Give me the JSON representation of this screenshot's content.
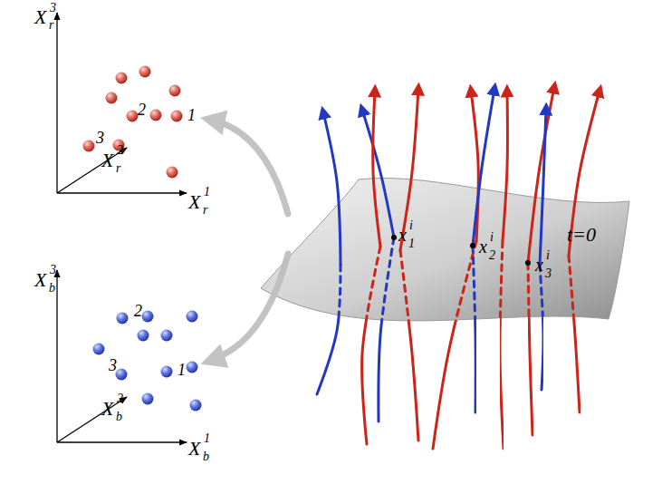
{
  "diagram": {
    "labels": [
      "X",
      "r",
      "3",
      "X",
      "r",
      "2",
      "X",
      "r",
      "1",
      "2",
      "1",
      "3",
      "X",
      "b",
      "3",
      "X",
      "b",
      "2",
      "X",
      "b",
      "1",
      "2",
      "3",
      "1",
      "x",
      "1",
      "i",
      "x",
      "2",
      "i",
      "x",
      "3",
      "i",
      "t=0"
    ]
  }
}
